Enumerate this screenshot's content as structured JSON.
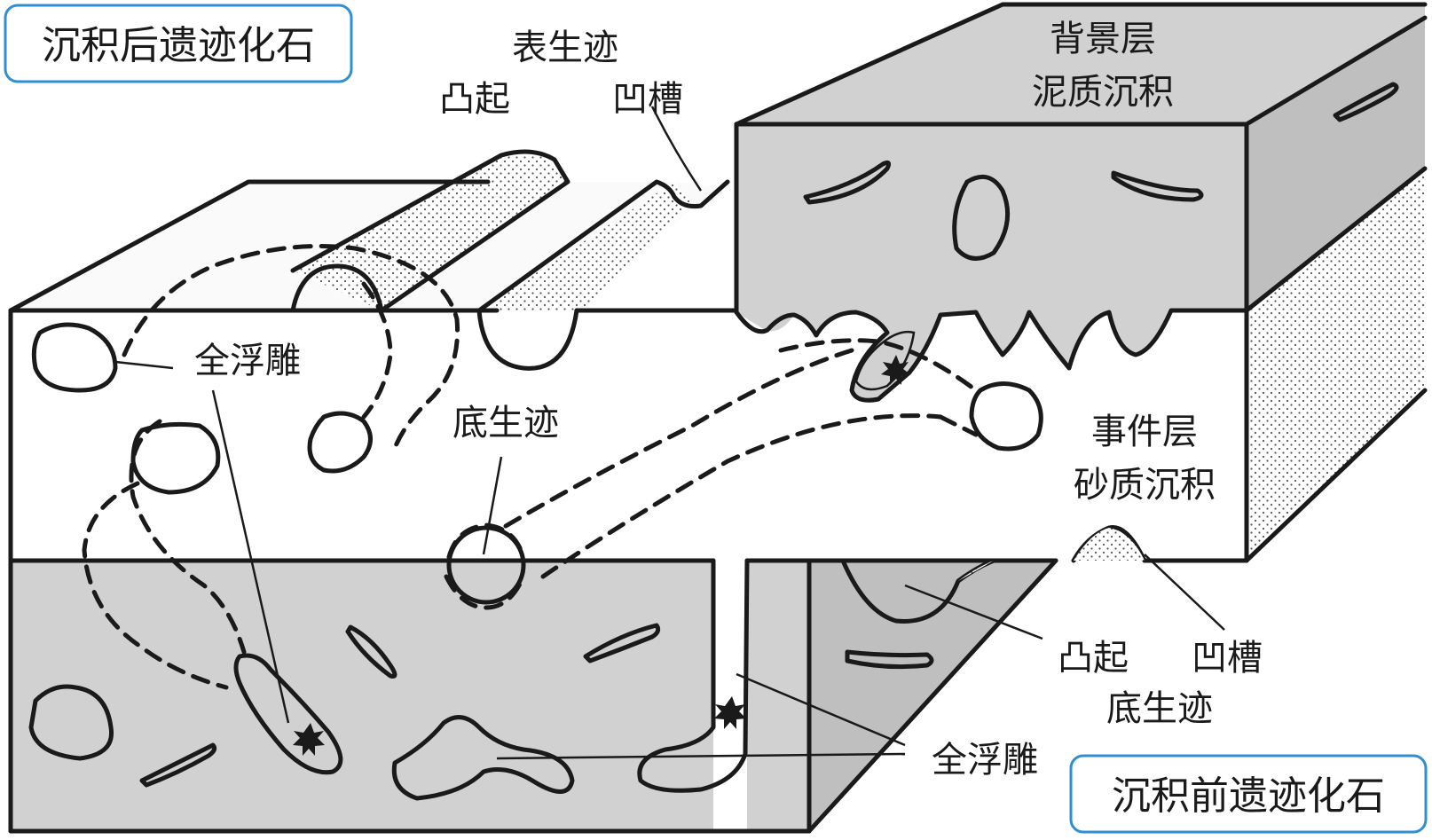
{
  "title_boxes": {
    "post_deposition": "沉积后遗迹化石",
    "pre_deposition": "沉积前遗迹化石"
  },
  "labels": {
    "surface_trace": "表生迹",
    "ridge_top": "凸起",
    "groove_top": "凹槽",
    "background_layer": "背景层",
    "mud_deposit": "泥质沉积",
    "full_relief_upper": "全浮雕",
    "hypichnia": "底生迹",
    "event_layer": "事件层",
    "sand_deposit": "砂质沉积",
    "ridge_bottom": "凸起",
    "groove_bottom": "凹槽",
    "hypichnia_bottom": "底生迹",
    "full_relief_lower": "全浮雕"
  },
  "colors": {
    "mud": "#d1d1d1",
    "sand": "#ffffff",
    "outline": "#1a1a1a",
    "box_border": "#2f8fd0"
  }
}
